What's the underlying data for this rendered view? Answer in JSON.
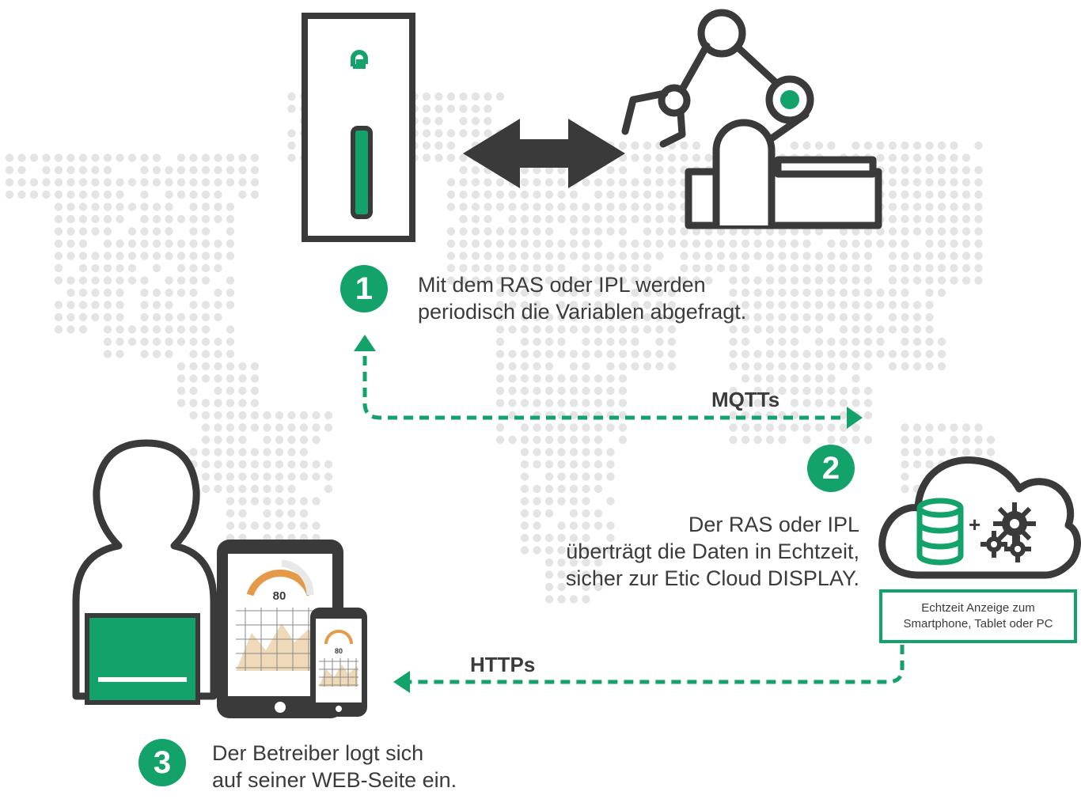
{
  "colors": {
    "green": "#12a26a",
    "dark": "#3a3a3a",
    "dots": "#e3e3e3",
    "gauge": "#e59a4a",
    "chart_fill": "#efd9b8"
  },
  "steps": [
    {
      "number": "1",
      "text": [
        "Mit dem RAS oder IPL werden",
        "periodisch die Variablen abgefragt."
      ]
    },
    {
      "number": "2",
      "text": [
        "Der RAS oder IPL",
        "überträgt die Daten in Echtzeit,",
        "sicher zur Etic Cloud DISPLAY."
      ]
    },
    {
      "number": "3",
      "text": [
        "Der Betreiber logt sich",
        "auf seiner WEB-Seite ein."
      ]
    }
  ],
  "protocols": {
    "mqtts": "MQTTs",
    "https": "HTTPs"
  },
  "cloud": {
    "label": "Echtzeit Anzeige zum Smartphone, Tablet oder PC",
    "plus": "+"
  },
  "devices": {
    "tablet_gauge": "80",
    "phone_gauge": "80"
  },
  "icons": {
    "device": "ras-device-icon",
    "robot": "robot-arm-icon",
    "cloud": "cloud-database-gears-icon",
    "user": "user-laptop-icon"
  }
}
